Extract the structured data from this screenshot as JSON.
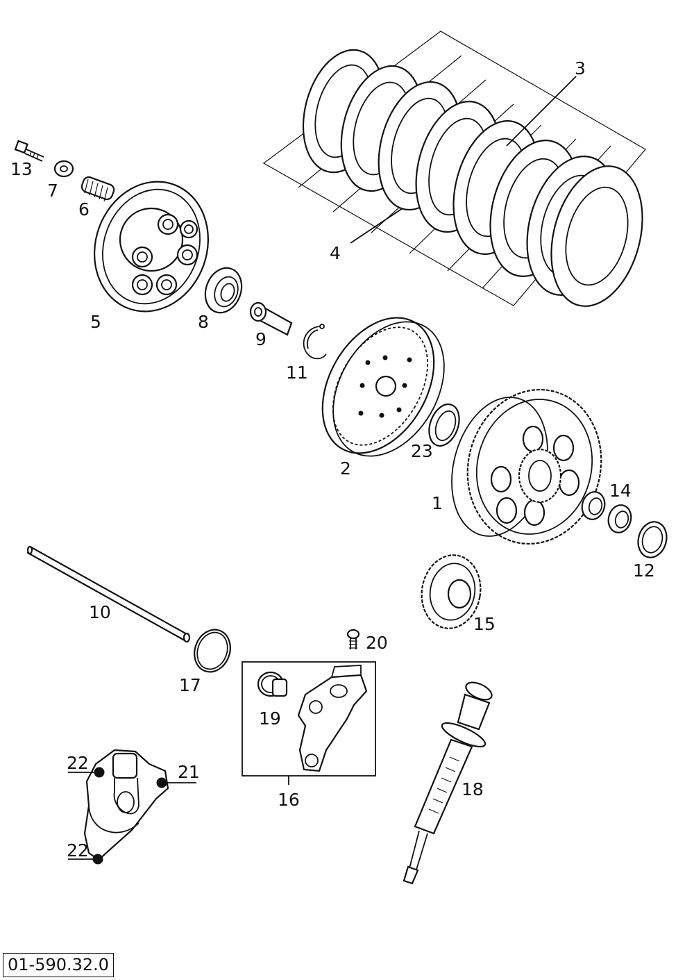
{
  "diagram": {
    "drawing_code": "01-590.32.0",
    "callouts": {
      "p1": "1",
      "p2": "2",
      "p3": "3",
      "p4": "4",
      "p5": "5",
      "p6": "6",
      "p7": "7",
      "p8": "8",
      "p9": "9",
      "p10": "10",
      "p11": "11",
      "p12": "12",
      "p13": "13",
      "p14": "14",
      "p15": "15",
      "p16": "16",
      "p17": "17",
      "p18": "18",
      "p19": "19",
      "p20": "20",
      "p21": "21",
      "p22a": "22",
      "p22b": "22",
      "p23": "23"
    }
  }
}
